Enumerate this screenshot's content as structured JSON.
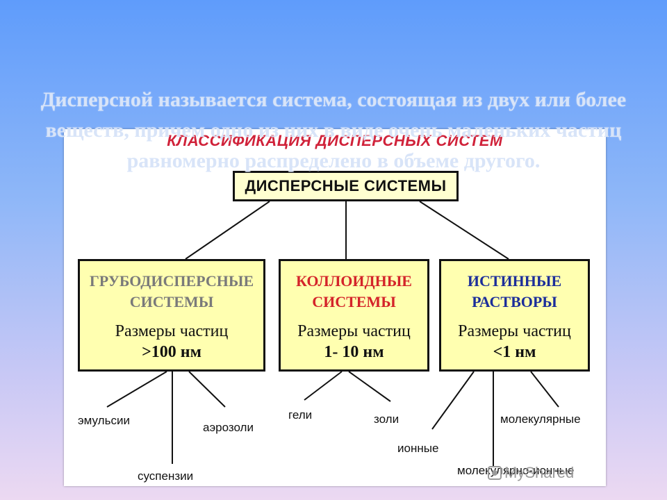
{
  "heading": "Дисперсной называется система, состоящая из двух или более веществ, причем одно из них в виде очень маленьких частиц равномерно распределено в объеме другого.",
  "diagram": {
    "title": "КЛАССИФИКАЦИЯ ДИСПЕРСНЫХ СИСТЕМ",
    "root": "ДИСПЕРСНЫЕ СИСТЕМЫ",
    "categories": [
      {
        "name": "ГРУБОДИСПЕРСНЫЕ\nСИСТЕМЫ",
        "color": "#7a7a7a",
        "size_label": "Размеры частиц",
        "size_value": ">100 нм",
        "leaves": [
          "эмульсии",
          "суспензии",
          "аэрозоли"
        ]
      },
      {
        "name": "КОЛЛОИДНЫЕ\nСИСТЕМЫ",
        "color": "#d4242a",
        "size_label": "Размеры частиц",
        "size_value": "1- 10 нм",
        "leaves": [
          "гели",
          "золи"
        ]
      },
      {
        "name": "ИСТИННЫЕ\nРАСТВОРЫ",
        "color": "#1c2e9a",
        "size_label": "Размеры частиц",
        "size_value": "<1 нм",
        "leaves": [
          "ионные",
          "молекулярные",
          "молекулярно-ионные"
        ]
      }
    ]
  },
  "watermark": "MyShared"
}
